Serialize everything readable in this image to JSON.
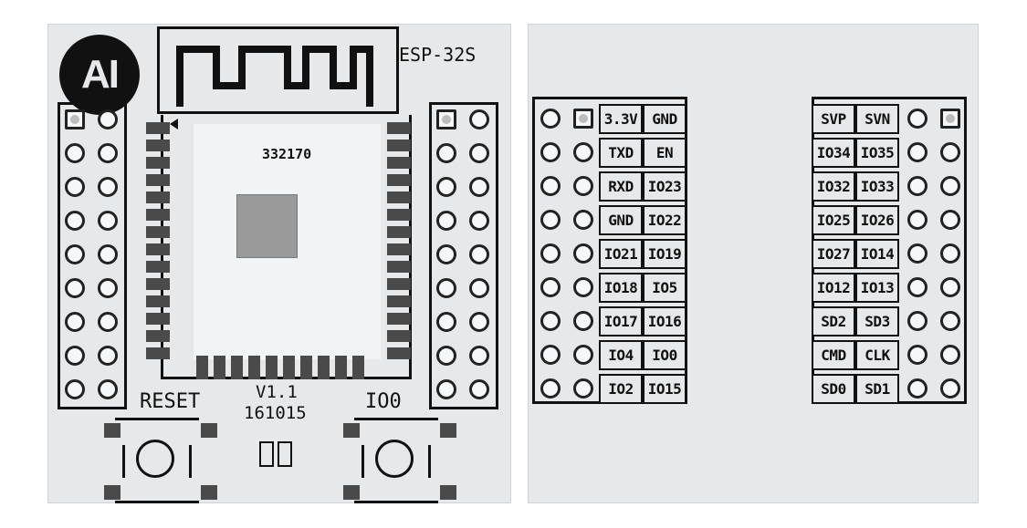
{
  "front": {
    "logo_text": "AI",
    "module_name": "ESP-32S",
    "chip_code": "332170",
    "version": "V1.1",
    "date_code": "161015",
    "reset_label": "RESET",
    "io0_label": "IO0"
  },
  "back": {
    "left_col_a": [
      "3.3V",
      "TXD",
      "RXD",
      "GND",
      "IO21",
      "IO18",
      "IO17",
      "IO4",
      "IO2"
    ],
    "left_col_b": [
      "GND",
      "EN",
      "IO23",
      "IO22",
      "IO19",
      "IO5",
      "IO16",
      "IO0",
      "IO15"
    ],
    "right_col_a": [
      "SVP",
      "IO34",
      "IO32",
      "IO25",
      "IO27",
      "IO12",
      "SD2",
      "CMD",
      "SD0"
    ],
    "right_col_b": [
      "SVN",
      "IO35",
      "IO33",
      "IO26",
      "IO14",
      "IO13",
      "SD3",
      "CLK",
      "SD1"
    ]
  }
}
